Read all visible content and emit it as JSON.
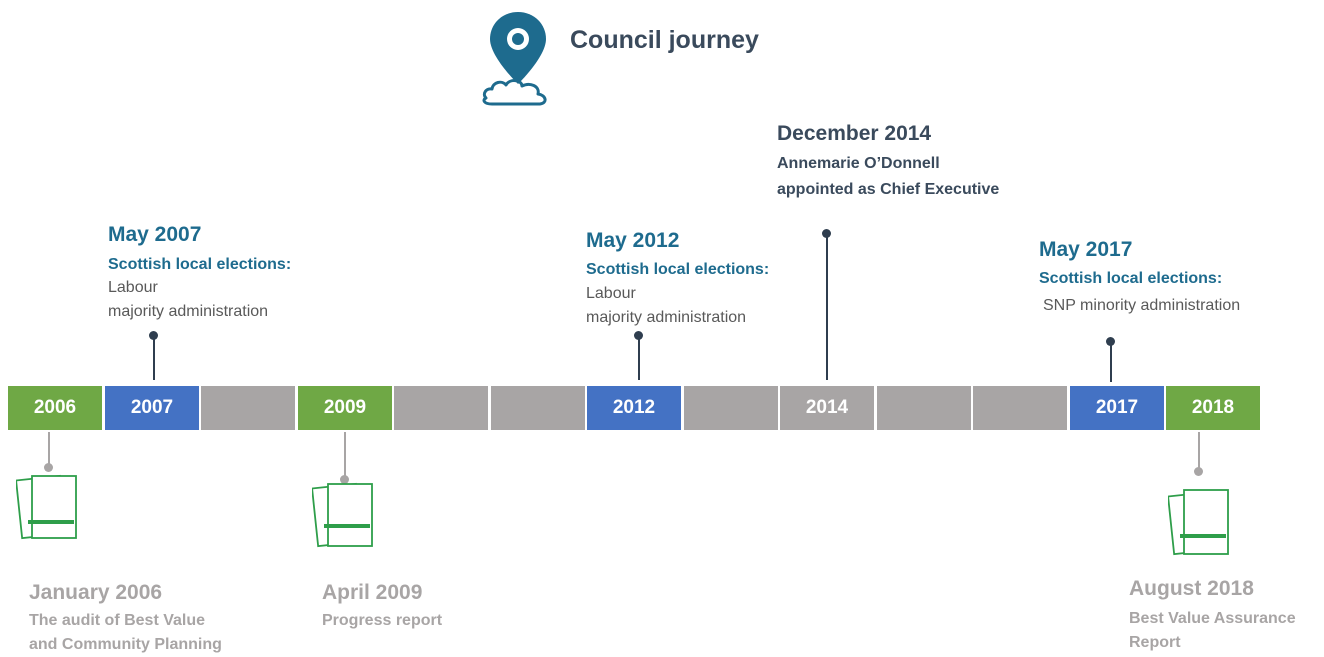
{
  "title": "Council journey",
  "timeline": {
    "years": [
      {
        "label": "2006",
        "color": "green"
      },
      {
        "label": "2007",
        "color": "blue"
      },
      {
        "label": "",
        "color": "gray"
      },
      {
        "label": "2009",
        "color": "green"
      },
      {
        "label": "",
        "color": "gray"
      },
      {
        "label": "",
        "color": "gray"
      },
      {
        "label": "2012",
        "color": "blue"
      },
      {
        "label": "",
        "color": "gray"
      },
      {
        "label": "2014",
        "color": "gray"
      },
      {
        "label": "",
        "color": "gray"
      },
      {
        "label": "",
        "color": "gray"
      },
      {
        "label": "2017",
        "color": "blue"
      },
      {
        "label": "2018",
        "color": "green"
      }
    ]
  },
  "events_above": {
    "may2007": {
      "date": "May 2007",
      "subtitle": "Scottish local elections:",
      "line1": "Labour",
      "line2": "majority administration"
    },
    "may2012": {
      "date": "May 2012",
      "subtitle": "Scottish local elections:",
      "line1": "Labour",
      "line2": "majority administration"
    },
    "dec2014": {
      "date": "December 2014",
      "line1": "Annemarie O’Donnell",
      "line2": "appointed as Chief Executive"
    },
    "may2017": {
      "date": "May 2017",
      "subtitle": "Scottish local elections:",
      "line1": "SNP minority administration"
    }
  },
  "events_below": {
    "jan2006": {
      "date": "January 2006",
      "line1": "The audit of Best Value",
      "line2": "and Community Planning"
    },
    "apr2009": {
      "date": "April 2009",
      "line1": "Progress report"
    },
    "aug2018": {
      "date": "August 2018",
      "line1": "Best Value Assurance",
      "line2": "Report"
    }
  },
  "colors": {
    "green": "#6fa845",
    "blue": "#4472c4",
    "gray": "#a8a5a5",
    "teal": "#1e6b8e",
    "dark": "#3a4a5c",
    "report_green": "#2e9e4a"
  },
  "icons": {
    "header": "map-pin-cloud-icon",
    "report": "report-document-icon"
  }
}
